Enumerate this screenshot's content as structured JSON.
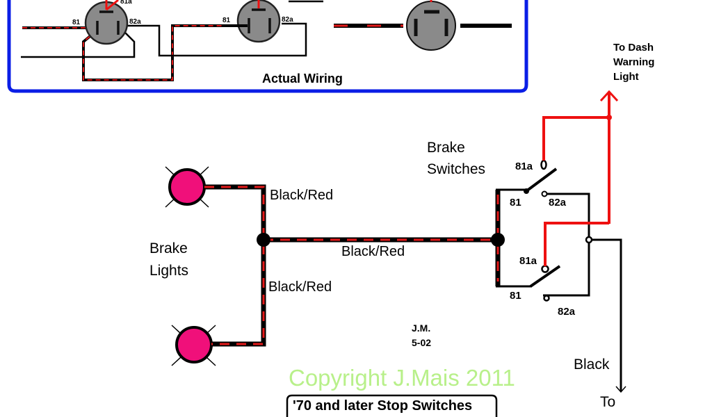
{
  "diagram": {
    "inset": {
      "title": "Actual Wiring",
      "switch1": {
        "terminal_left": "81",
        "terminal_right": "82a",
        "terminal_top": "81a"
      },
      "switch2": {
        "terminal_left": "81",
        "terminal_right": "82a"
      },
      "border_color": "#0a1ee6"
    },
    "labels": {
      "brake_lights": [
        "Brake",
        "Lights"
      ],
      "brake_switches": [
        "Brake",
        "Switches"
      ],
      "wire_upper": "Black/Red",
      "wire_middle": "Black/Red",
      "wire_lower": "Black/Red",
      "dash": [
        "To Dash",
        "Warning",
        "Light"
      ],
      "black_wire": "Black",
      "to": "To",
      "author": "J.M.",
      "date": "5-02",
      "copyright": "Copyright J.Mais 2011",
      "caption": "'70 and later Stop Switches"
    },
    "switch_top": {
      "terminal_81a": "81a",
      "terminal_81": "81",
      "terminal_82a": "82a"
    },
    "switch_bottom": {
      "terminal_81a": "81a",
      "terminal_81": "81",
      "terminal_82a": "82a"
    },
    "colors": {
      "lamp": "#f0107a",
      "wire_red": "#ee1111",
      "copyright": "#b8f08a",
      "switch_body": "#8a8a8a"
    }
  }
}
